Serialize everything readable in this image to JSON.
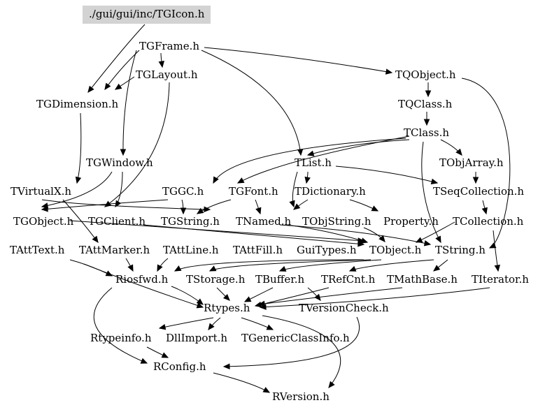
{
  "graph": {
    "root": "./gui/gui/inc/TGIcon.h",
    "colors": {
      "root_fill": "#d3d3d3",
      "edge": "#000000",
      "text": "#000000",
      "background": "#ffffff"
    },
    "nodes": {
      "tgicon": "./gui/gui/inc/TGIcon.h",
      "tgframe": "TGFrame.h",
      "tglayout": "TGLayout.h",
      "tgdimension": "TGDimension.h",
      "tqobject": "TQObject.h",
      "tqclass": "TQClass.h",
      "tclass": "TClass.h",
      "tgwindow": "TGWindow.h",
      "tlist": "TList.h",
      "tobjarray": "TObjArray.h",
      "tvirtualx": "TVirtualX.h",
      "tggc": "TGGC.h",
      "tgfont": "TGFont.h",
      "tdictionary": "TDictionary.h",
      "tseqcollection": "TSeqCollection.h",
      "tgobject": "TGObject.h",
      "tgclient": "TGClient.h",
      "tgstring": "TGString.h",
      "tnamed": "TNamed.h",
      "tobjstring": "TObjString.h",
      "property": "Property.h",
      "tcollection": "TCollection.h",
      "tatttext": "TAttText.h",
      "tattmarker": "TAttMarker.h",
      "tattline": "TAttLine.h",
      "tattfill": "TAttFill.h",
      "guitypes": "GuiTypes.h",
      "tobject": "TObject.h",
      "tstring": "TString.h",
      "riosfwd": "Riosfwd.h",
      "tstorage": "TStorage.h",
      "tbuffer": "TBuffer.h",
      "trefcnt": "TRefCnt.h",
      "tmathbase": "TMathBase.h",
      "titerator": "TIterator.h",
      "rtypes": "Rtypes.h",
      "tversioncheck": "TVersionCheck.h",
      "rtypeinfo": "Rtypeinfo.h",
      "dllimport": "DllImport.h",
      "tgenericclassinfo": "TGenericClassInfo.h",
      "rconfig": "RConfig.h",
      "rversion": "RVersion.h"
    }
  }
}
